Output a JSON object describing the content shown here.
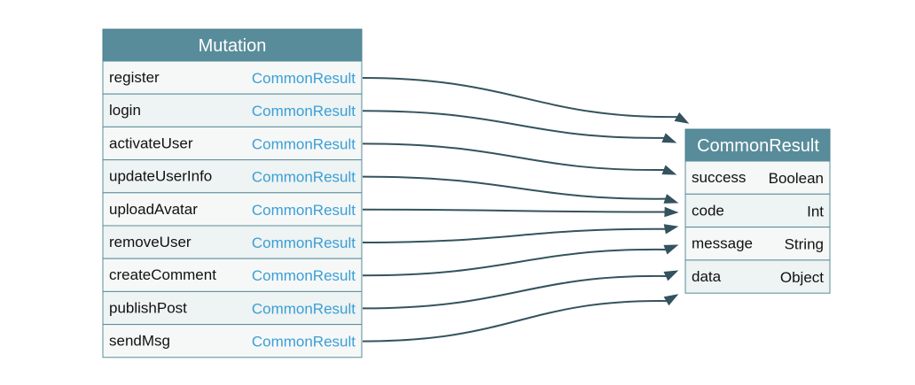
{
  "mutation": {
    "title": "Mutation",
    "fields": [
      {
        "name": "register",
        "type": "CommonResult"
      },
      {
        "name": "login",
        "type": "CommonResult"
      },
      {
        "name": "activateUser",
        "type": "CommonResult"
      },
      {
        "name": "updateUserInfo",
        "type": "CommonResult"
      },
      {
        "name": "uploadAvatar",
        "type": "CommonResult"
      },
      {
        "name": "removeUser",
        "type": "CommonResult"
      },
      {
        "name": "createComment",
        "type": "CommonResult"
      },
      {
        "name": "publishPost",
        "type": "CommonResult"
      },
      {
        "name": "sendMsg",
        "type": "CommonResult"
      }
    ]
  },
  "common_result": {
    "title": "CommonResult",
    "fields": [
      {
        "name": "success",
        "type": "Boolean"
      },
      {
        "name": "code",
        "type": "Int"
      },
      {
        "name": "message",
        "type": "String"
      },
      {
        "name": "data",
        "type": "Object"
      }
    ]
  },
  "colors": {
    "header": "#598c9a",
    "border": "#598c9a",
    "link_type": "#3a9fd6",
    "edge": "#34535e"
  }
}
